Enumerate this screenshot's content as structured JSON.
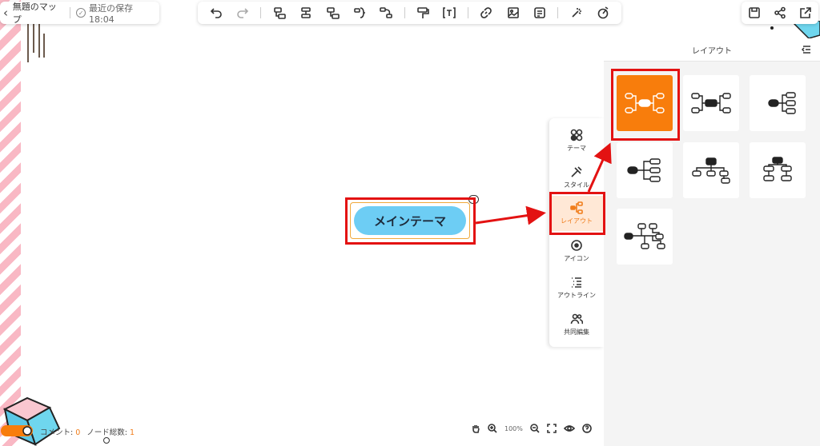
{
  "document": {
    "title": "無題のマップ",
    "save_status": "最近の保存 18:04"
  },
  "toolbar": {
    "items": [
      "undo-icon",
      "redo-icon",
      "insert-child-icon",
      "insert-sibling-icon",
      "insert-parent-icon",
      "summary-icon",
      "relationship-icon",
      "format-painter-icon",
      "text-icon",
      "link-icon",
      "image-icon",
      "note-icon",
      "magic-icon",
      "clear-style-icon"
    ]
  },
  "topright": {
    "items": [
      "save-icon",
      "share-icon",
      "export-icon"
    ]
  },
  "side_tabs": [
    {
      "label": "テーマ",
      "icon": "theme-icon"
    },
    {
      "label": "スタイル",
      "icon": "style-icon"
    },
    {
      "label": "レイアウト",
      "icon": "layout-icon"
    },
    {
      "label": "アイコン",
      "icon": "marker-icon"
    },
    {
      "label": "アウトライン",
      "icon": "outline-icon"
    },
    {
      "label": "共同編集",
      "icon": "collaborate-icon"
    }
  ],
  "panel": {
    "title": "レイアウト",
    "layouts": [
      "mind-map",
      "logic-both",
      "logic-left",
      "logic-right",
      "org-chart-down",
      "tree-chart",
      "timeline-tree"
    ]
  },
  "canvas": {
    "main_topic": "メインテーマ"
  },
  "status": {
    "comment_label": "コメント:",
    "comment_count": "0",
    "nodes_label": "ノード総数:",
    "nodes_count": "1",
    "zoom": "100%"
  },
  "colors": {
    "accent": "#f87d0c",
    "topic_fill": "#6dcdf4",
    "annotation_red": "#e31212"
  }
}
